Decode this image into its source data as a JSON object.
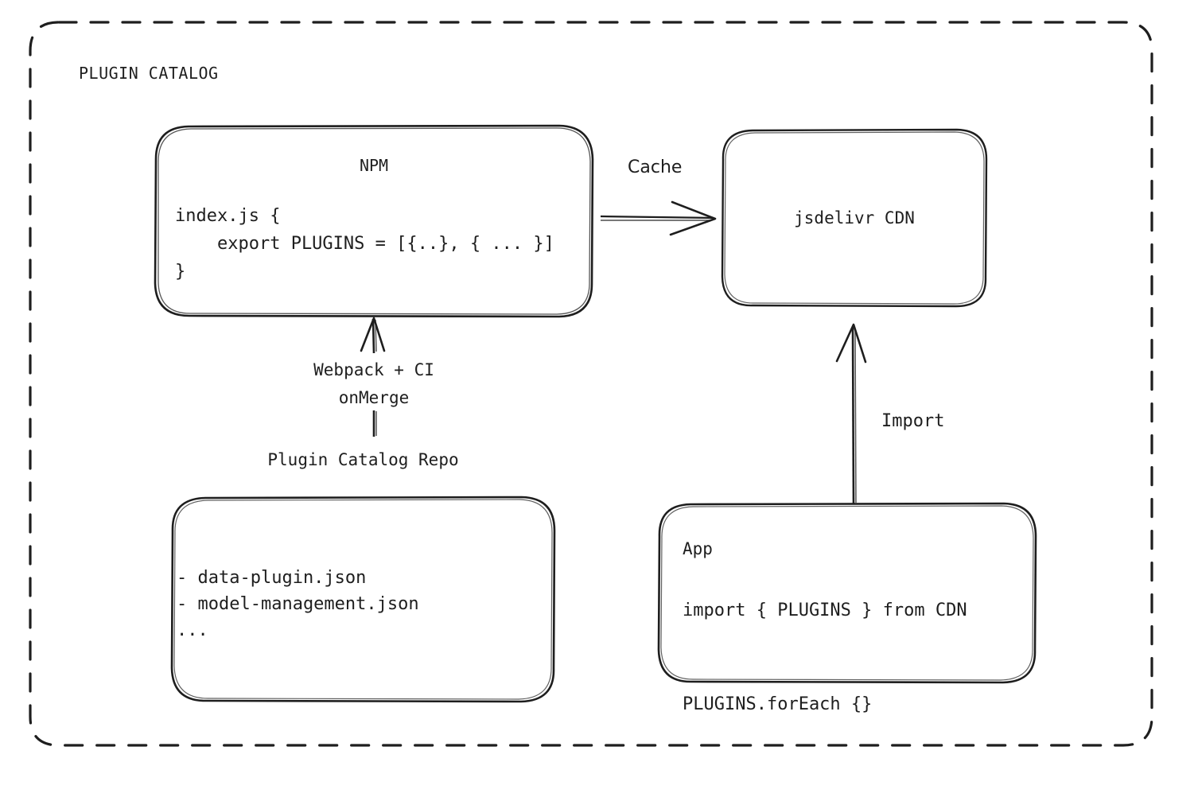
{
  "diagram": {
    "title": "PLUGIN CATALOG",
    "background": "#ffffff",
    "stroke_color": "#1e1e1e",
    "style": "hand-drawn"
  },
  "nodes": {
    "npm": {
      "title": "NPM",
      "code": "index.js {\n    export PLUGINS = [{..}, { ... }]\n}"
    },
    "cdn": {
      "title": "jsdelivr CDN"
    },
    "repo": {
      "label": "Plugin Catalog Repo",
      "items": "- data-plugin.json\n- model-management.json\n..."
    },
    "app": {
      "title": "App",
      "code": "import { PLUGINS } from CDN\n\nPLUGINS.forEach {}"
    }
  },
  "edges": {
    "cache": {
      "label": "Cache",
      "from": "npm",
      "to": "cdn"
    },
    "build": {
      "label": "Webpack + CI\nonMerge",
      "from": "repo",
      "to": "npm"
    },
    "import": {
      "label": "Import",
      "from": "app",
      "to": "cdn"
    }
  }
}
